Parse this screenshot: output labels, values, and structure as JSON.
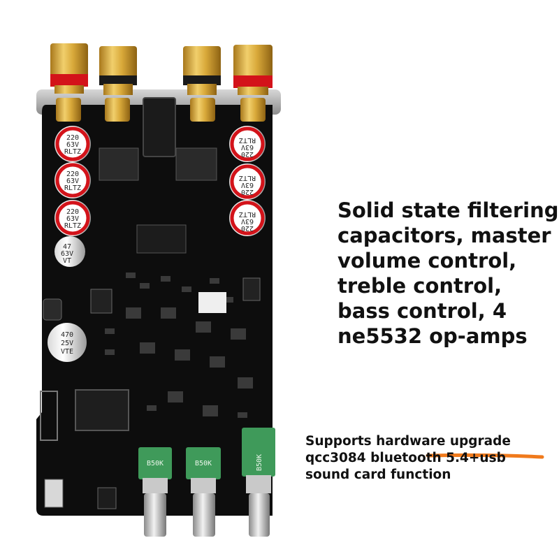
{
  "headline": {
    "lines": [
      "Solid state filtering",
      "capacitors, master",
      "volume control,",
      "treble control,",
      "bass control, 4",
      "ne5532 op-amps"
    ]
  },
  "subline": {
    "lines": [
      "Supports hardware upgrade",
      "qcc3084 bluetooth 5.4+usb",
      "sound card function"
    ]
  },
  "board": {
    "capacitors": [
      {
        "value": "220",
        "voltage": "63V",
        "series": "RLTZ"
      },
      {
        "value": "220",
        "voltage": "63V",
        "series": "RLTZ"
      },
      {
        "value": "220",
        "voltage": "63V",
        "series": "RLTZ"
      },
      {
        "value": "220",
        "voltage": "63V",
        "series": "RLTZ"
      },
      {
        "value": "220",
        "voltage": "63V",
        "series": "RLTZ"
      },
      {
        "value": "220",
        "voltage": "63V",
        "series": "RLTZ"
      },
      {
        "value": "47",
        "voltage": "63V",
        "series": "VT"
      },
      {
        "value": "470",
        "voltage": "25V",
        "series": "VTE"
      }
    ],
    "pots": [
      "B50K",
      "B50K",
      "B50K"
    ]
  },
  "colors": {
    "pcb": "#0d0d0d",
    "gold": "#d9a93a",
    "red_band": "#d3131a",
    "pot_green": "#3f9a5a",
    "underline_accent": "#f07a1c",
    "text": "#111111"
  }
}
